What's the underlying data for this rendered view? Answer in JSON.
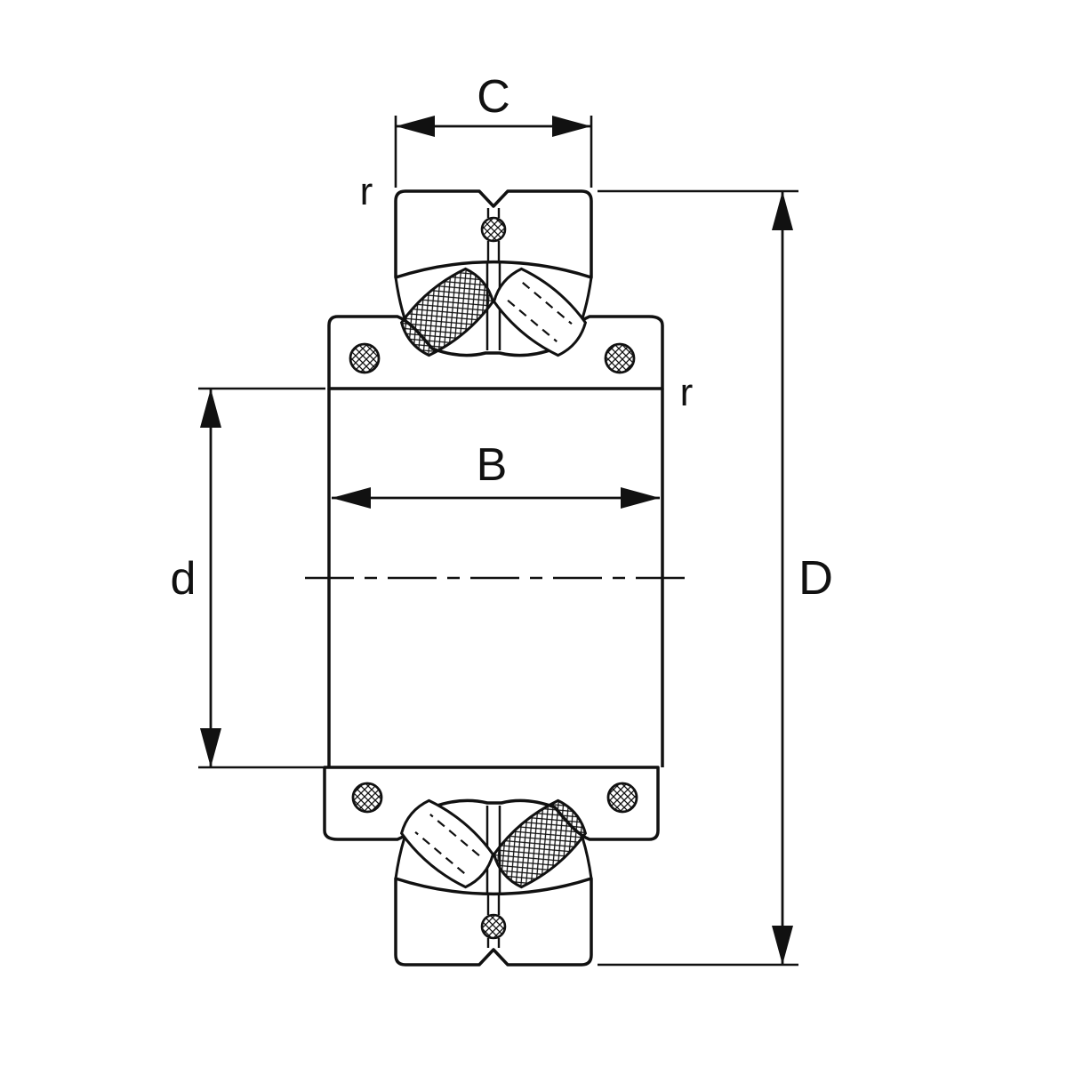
{
  "drawing": {
    "background": "#ffffff",
    "line_color": "#111111",
    "labels": {
      "c": "C",
      "r_top": "r",
      "b": "B",
      "d_bore": "d",
      "d_outer": "D",
      "r_side": "r"
    }
  }
}
